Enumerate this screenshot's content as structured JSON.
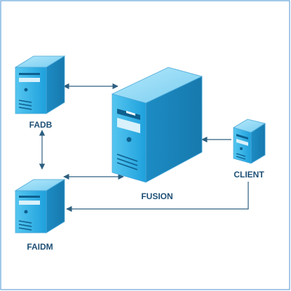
{
  "nodes": {
    "fadb": {
      "label": "FADB"
    },
    "fusion": {
      "label": "FUSION"
    },
    "faidm": {
      "label": "FAIDM"
    },
    "client": {
      "label": "CLIENT"
    }
  },
  "colors": {
    "frame": "#4a90d0",
    "connector": "#2d5f80",
    "label": "#1d4f75",
    "server_front": "#2eaee6",
    "server_side": "#1f8fc6",
    "server_top": "#8fdaf6"
  }
}
